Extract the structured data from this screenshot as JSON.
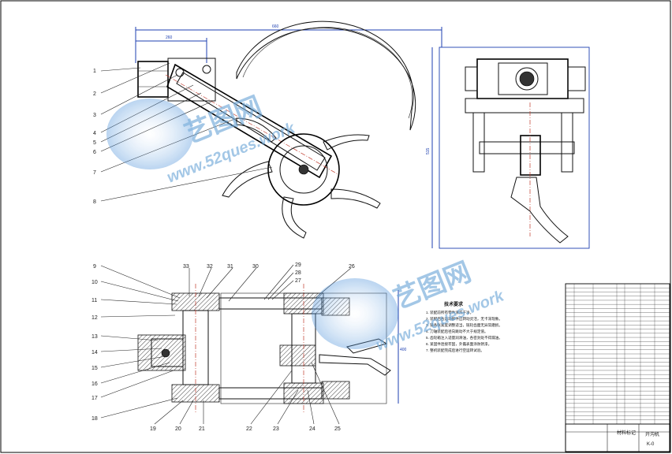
{
  "views": {
    "top": {
      "part_labels": [
        "1",
        "2",
        "3",
        "4",
        "5",
        "6",
        "7",
        "8"
      ],
      "dimensions": [
        "660",
        "260"
      ]
    },
    "side": {
      "dimensions": [
        "515"
      ]
    },
    "section": {
      "part_labels": [
        "9",
        "10",
        "11",
        "12",
        "13",
        "14",
        "15",
        "16",
        "17",
        "18",
        "19",
        "20",
        "21",
        "22",
        "23",
        "24",
        "25",
        "26",
        "27",
        "28",
        "29",
        "30",
        "31",
        "32",
        "33"
      ],
      "dimensions": [
        "400"
      ]
    }
  },
  "tech_notes": {
    "title": "技术要求",
    "lines": [
      "1. 装配前所有零件清洗干净。",
      "2. 装配后各运动部件应转动灵活，无卡滞现象。",
      "3. 链条张紧度调整适当，链轮齿面无异常磨损。",
      "4. 刀轴装配后径向跳动不大于规定值。",
      "5. 齿轮箱注入适量润滑油，各密封处不得漏油。",
      "6. 紧固件连接牢固，外露表面涂防锈漆。",
      "7. 整机装配完成后进行空运转试验。"
    ]
  },
  "title_block": {
    "material_mark": "材料标记",
    "drawing_name": "开沟机",
    "drawing_code": "K-0"
  },
  "watermarks": [
    {
      "brand": "艺图网",
      "url": "www.52ques.work"
    },
    {
      "brand": "艺图网",
      "url": "www.52ques.work"
    }
  ]
}
